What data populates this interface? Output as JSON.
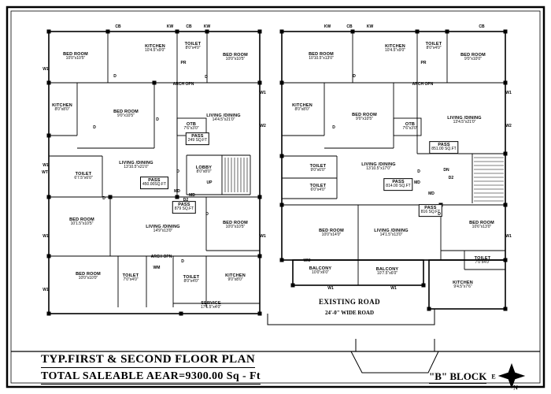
{
  "sheet": {
    "title": "TYP.FIRST & SECOND FLOOR PLAN",
    "area_line": "TOTAL SALEABLE AEAR=9300.00 Sq - Ft",
    "block_label": "\"B\" BLOCK",
    "road_line1": "EXISTING ROAD",
    "road_line2": "24'-0\" WIDE ROAD",
    "compass": {
      "e": "E",
      "n": "N"
    }
  },
  "marks": {
    "kw": "KW",
    "cb": "CB",
    "pr": "PR",
    "d": "D",
    "d2": "D2",
    "md": "MD",
    "w1": "W1",
    "w2": "W2",
    "wt": "WT",
    "wm": "WM",
    "up": "UP",
    "dn": "DN",
    "arch_opn": "ARCH OPN"
  },
  "left_block": {
    "rooms": [
      {
        "name": "BED ROOM",
        "dims": "10'0\"x10'5\""
      },
      {
        "name": "KITCHEN",
        "dims": "10'4.5\"x9'0\""
      },
      {
        "name": "TOILET",
        "dims": "8'0\"x4'0\""
      },
      {
        "name": "BED ROOM",
        "dims": "10'0\"x10'5\""
      },
      {
        "name": "KITCHEN",
        "dims": "8'0\"x8'0\""
      },
      {
        "name": "BED ROOM",
        "dims": "9'0\"x10'5\""
      },
      {
        "name": "OTB",
        "dims": "7'6\"x3'0\""
      },
      {
        "name": "LIVING /DINING",
        "dims": "14'4.5\"x21'0\""
      },
      {
        "name": "PASS",
        "dims": "249 SQ.FT"
      },
      {
        "name": "TOILET",
        "dims": "6'7.5\"x6'0\""
      },
      {
        "name": "LIVING /DINING",
        "dims": "13'10.5\"x21'0\""
      },
      {
        "name": "PASS",
        "dims": "450.00SQ.FT"
      },
      {
        "name": "LOBBY",
        "dims": "8'0\"x8'0\""
      },
      {
        "name": "PASS",
        "dims": "879 SQ.FT"
      },
      {
        "name": "BED ROOM",
        "dims": "10'1.5\"x10'5\""
      },
      {
        "name": "LIVING /DINING",
        "dims": "14'9\"x13'0\""
      },
      {
        "name": "BED ROOM",
        "dims": "10'0\"x10'5\""
      },
      {
        "name": "BED ROOM",
        "dims": "10'0\"x10'0\""
      },
      {
        "name": "TOILET",
        "dims": "7'0\"x4'0\""
      },
      {
        "name": "TOILET",
        "dims": "8'0\"x4'0\""
      },
      {
        "name": "KITCHEN",
        "dims": "9'0\"x8'0\""
      },
      {
        "name": "SERVICE",
        "dims": "17'1.5\"x4'0\""
      }
    ]
  },
  "right_block": {
    "rooms": [
      {
        "name": "BED ROOM",
        "dims": "10'10.5\"x13'0\""
      },
      {
        "name": "KITCHEN",
        "dims": "10'4.5\"x9'0\""
      },
      {
        "name": "TOILET",
        "dims": "8'0\"x4'0\""
      },
      {
        "name": "BED ROOM",
        "dims": "9'0\"x10'0\""
      },
      {
        "name": "KITCHEN",
        "dims": "8'0\"x8'0\""
      },
      {
        "name": "BED ROOM",
        "dims": "9'0\"x10'5\""
      },
      {
        "name": "OTB",
        "dims": "7'6\"x3'0\""
      },
      {
        "name": "LIVING /DINING",
        "dims": "13'4.5\"x21'0\""
      },
      {
        "name": "PASS",
        "dims": "851.00 SQ.FT"
      },
      {
        "name": "TOILET",
        "dims": "9'0\"x6'0\""
      },
      {
        "name": "TOILET",
        "dims": "6'0\"x4'0\""
      },
      {
        "name": "LIVING /DINING",
        "dims": "13'10.5\"x17'0\""
      },
      {
        "name": "PASS",
        "dims": "814.00 SQ.FT"
      },
      {
        "name": "PASS",
        "dims": "816 SQ.FT"
      },
      {
        "name": "BED ROOM",
        "dims": "10'6\"x13'0\""
      },
      {
        "name": "LIVING /DINING",
        "dims": "14'1.5\"x13'0\""
      },
      {
        "name": "BED ROOM",
        "dims": "10'0\"x14'0\""
      },
      {
        "name": "BALCONY",
        "dims": "10'0\"x6'0\""
      },
      {
        "name": "BALCONY",
        "dims": "10'7.5\"x6'0\""
      },
      {
        "name": "TOILET",
        "dims": "7'0\"x4'0\""
      },
      {
        "name": "KITCHEN",
        "dims": "9'4.5\"x7'6\""
      }
    ]
  }
}
